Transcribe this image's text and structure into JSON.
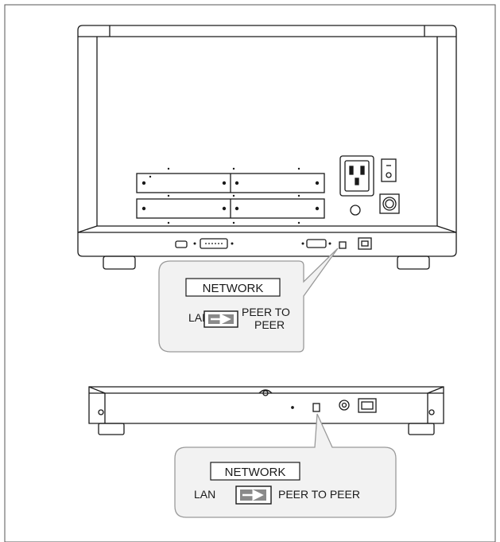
{
  "colors": {
    "line": "#1a1a1a",
    "callout_border": "#9a9a9a",
    "callout_fill": "#f2f2f2",
    "switch_fill": "#8a8a8a",
    "background": "#ffffff"
  },
  "top_callout": {
    "title": "NETWORK",
    "left_label": "LAN",
    "right_label_line1": "PEER TO",
    "right_label_line2": "PEER"
  },
  "bottom_callout": {
    "title": "NETWORK",
    "left_label": "LAN",
    "right_label": "PEER TO PEER"
  }
}
